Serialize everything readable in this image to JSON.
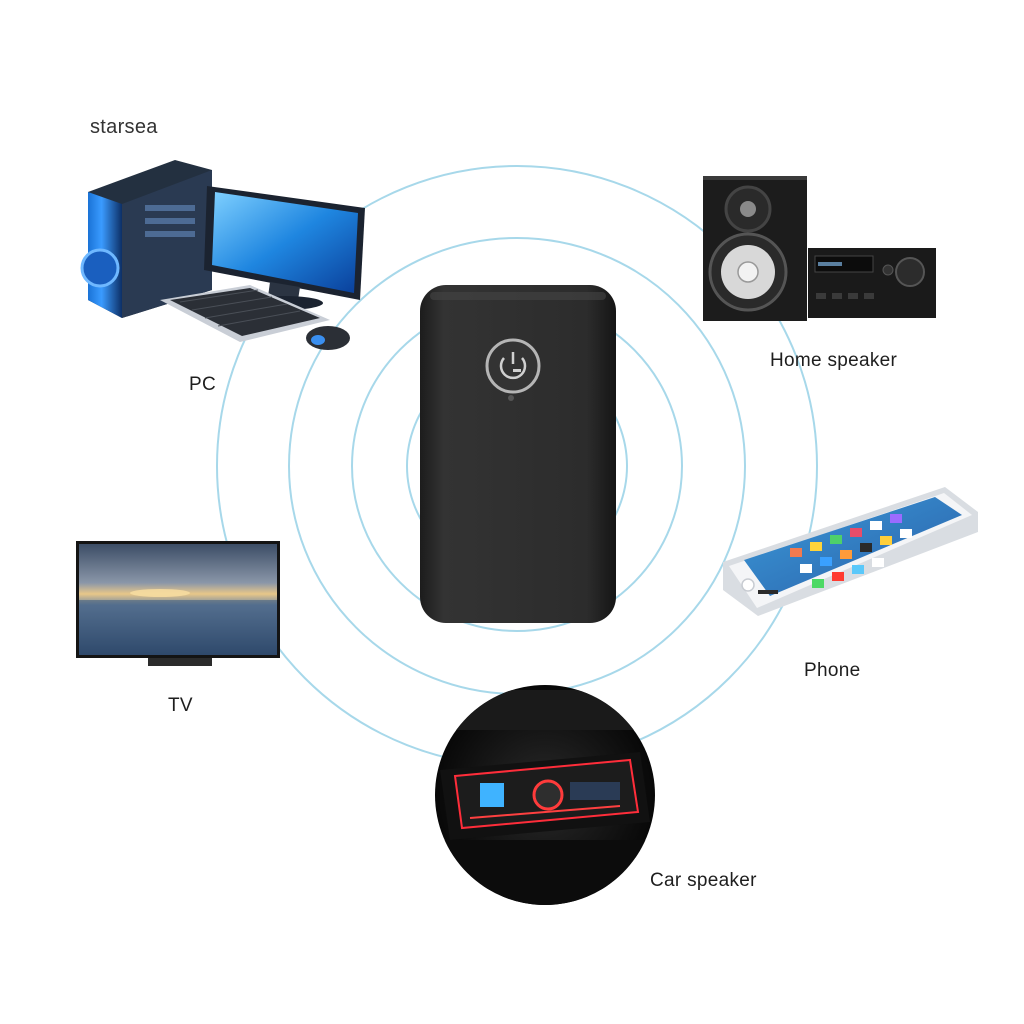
{
  "brand": "starsea",
  "devices": {
    "pc": "PC",
    "home_speaker": "Home speaker",
    "phone": "Phone",
    "tv": "TV",
    "car_speaker": "Car speaker"
  },
  "colors": {
    "signal_rings": "#9fd3e6",
    "adapter": "#2b2b2b",
    "background": "#ffffff"
  }
}
